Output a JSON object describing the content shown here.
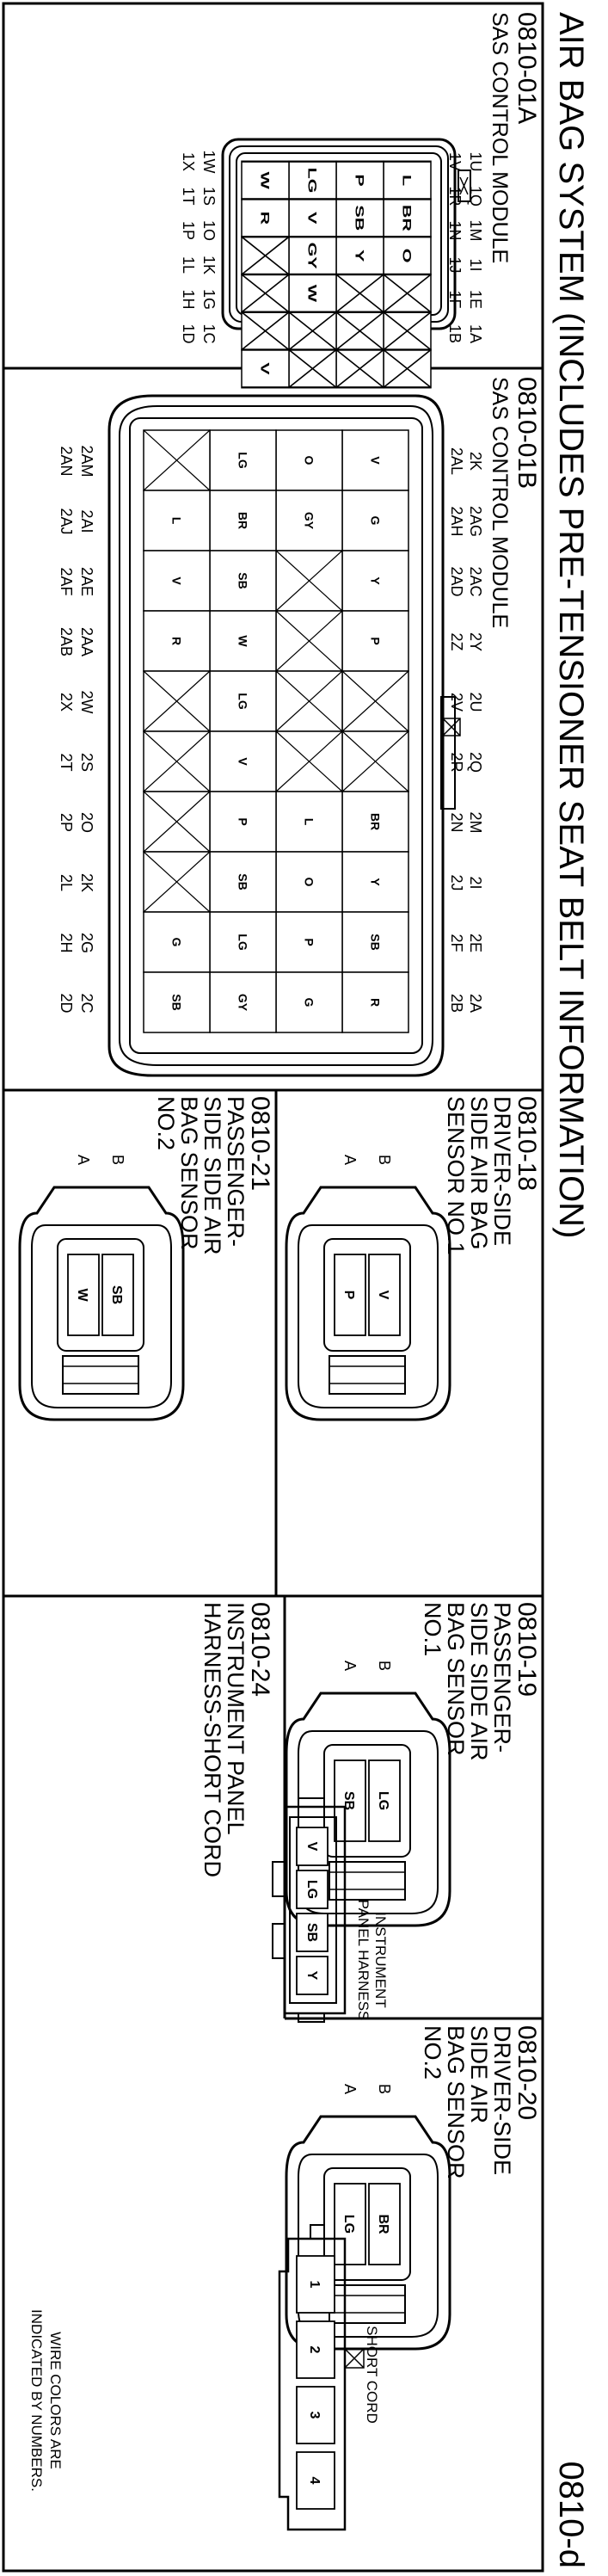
{
  "title": "AIR BAG SYSTEM (INCLUDES PRE-TENSIONER SEAT BELT INFORMATION)",
  "page_code": "0810-d",
  "connectors": {
    "c01a": {
      "code": "0810-01A",
      "name": "SAS CONTROL MODULE",
      "pins": [
        [
          "1U",
          "1Q",
          "1M",
          "1I",
          "1E",
          "1A"
        ],
        [
          "1V",
          "1R",
          "1N",
          "1J",
          "1F",
          "1B"
        ],
        [
          "1W",
          "1S",
          "1O",
          "1K",
          "1G",
          "1C"
        ],
        [
          "1X",
          "1T",
          "1P",
          "1L",
          "1H",
          "1D"
        ]
      ],
      "wires": [
        [
          "L",
          "BR",
          "O",
          "",
          "",
          ""
        ],
        [
          "P",
          "SB",
          "Y",
          "",
          "",
          ""
        ],
        [
          "LG",
          "V",
          "GY",
          "W",
          "",
          ""
        ],
        [
          "W",
          "R",
          "",
          "",
          "",
          "V"
        ]
      ]
    },
    "c01b": {
      "code": "0810-01B",
      "name": "SAS CONTROL MODULE",
      "pins_top": [
        [
          "2K",
          "2AG",
          "2AC",
          "2Y",
          "2U",
          "2Q",
          "2M",
          "2I",
          "2E",
          "2A"
        ],
        [
          "2AL",
          "2AH",
          "2AD",
          "2Z",
          "2V",
          "2R",
          "2N",
          "2J",
          "2F",
          "2B"
        ]
      ],
      "pins_bottom": [
        [
          "2AM",
          "2AI",
          "2AE",
          "2AA",
          "2W",
          "2S",
          "2O",
          "2K",
          "2G",
          "2C"
        ],
        [
          "2AN",
          "2AJ",
          "2AF",
          "2AB",
          "2X",
          "2T",
          "2P",
          "2L",
          "2H",
          "2D"
        ]
      ],
      "wires": [
        [
          "V",
          "G",
          "Y",
          "P",
          "",
          "",
          "BR",
          "Y",
          "SB",
          "R"
        ],
        [
          "O",
          "GY",
          "",
          "",
          "",
          "",
          "L",
          "O",
          "P",
          "G"
        ],
        [
          "LG",
          "BR",
          "SB",
          "W",
          "LG",
          "V",
          "P",
          "SB",
          "LG",
          "GY"
        ],
        [
          "",
          "L",
          "V",
          "R",
          "",
          "",
          "",
          "",
          "G",
          "SB"
        ]
      ]
    },
    "c18": {
      "code": "0810-18",
      "name_lines": [
        "DRIVER-SIDE",
        "SIDE AIR BAG",
        "SENSOR NO.1"
      ],
      "pin_b": "B",
      "pin_a": "A",
      "wires": [
        "V",
        "P"
      ]
    },
    "c21": {
      "code": "0810-21",
      "name_lines": [
        "PASSENGER-",
        "SIDE SIDE AIR",
        "BAG SENSOR",
        "NO.2"
      ],
      "pin_b": "B",
      "pin_a": "A",
      "wires": [
        "SB",
        "W"
      ]
    },
    "c19": {
      "code": "0810-19",
      "name_lines": [
        "PASSENGER-",
        "SIDE SIDE AIR",
        "BAG SENSOR",
        "NO.1"
      ],
      "pin_b": "B",
      "pin_a": "A",
      "wires": [
        "LG",
        "SB"
      ]
    },
    "c20": {
      "code": "0810-20",
      "name_lines": [
        "DRIVER-SIDE",
        "SIDE AIR",
        "BAG SENSOR",
        "NO.2"
      ],
      "pin_b": "B",
      "pin_a": "A",
      "wires": [
        "BR",
        "LG"
      ]
    },
    "c24": {
      "code": "0810-24",
      "name_lines": [
        "INSTRUMENT PANEL",
        "HARNESS-SHORT CORD"
      ],
      "ip_label_lines": [
        "INSTRUMENT",
        "PANEL HARNESS"
      ],
      "ip_wires": [
        "V",
        "LG",
        "SB",
        "Y"
      ],
      "short_label": "SHORT CORD",
      "short_pins": [
        "1",
        "2",
        "3",
        "4"
      ],
      "note_lines": [
        "WIRE COLORS ARE",
        "INDICATED BY NUMBERS."
      ]
    }
  }
}
